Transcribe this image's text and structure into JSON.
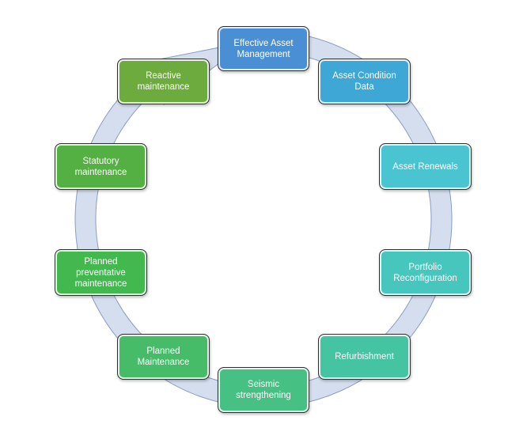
{
  "diagram": {
    "ring_color": "#d5deef",
    "ring_outline": "#8a9cc0",
    "nodes": [
      {
        "id": "effective-asset-management",
        "label": "Effective Asset\nManagement",
        "color": "#4a8fd4"
      },
      {
        "id": "asset-condition-data",
        "label": "Asset Condition\nData",
        "color": "#3fa7d6"
      },
      {
        "id": "asset-renewals",
        "label": "Asset Renewals",
        "color": "#49c4d0"
      },
      {
        "id": "portfolio-reconfiguration",
        "label": "Portfolio\nReconfiguration",
        "color": "#47c6be"
      },
      {
        "id": "refurbishment",
        "label": "Refurbishment",
        "color": "#45c4a2"
      },
      {
        "id": "seismic-strengthening",
        "label": "Seismic\nstrengthening",
        "color": "#46c183"
      },
      {
        "id": "planned-maintenance",
        "label": "Planned\nMaintenance",
        "color": "#46bb68"
      },
      {
        "id": "planned-preventative-maintenance",
        "label": "Planned\npreventative\nmaintenance",
        "color": "#42b84e"
      },
      {
        "id": "statutory-maintenance",
        "label": "Statutory\nmaintenance",
        "color": "#55b043"
      },
      {
        "id": "reactive-maintenance",
        "label": "Reactive\nmaintenance",
        "color": "#6dab3f"
      }
    ]
  }
}
